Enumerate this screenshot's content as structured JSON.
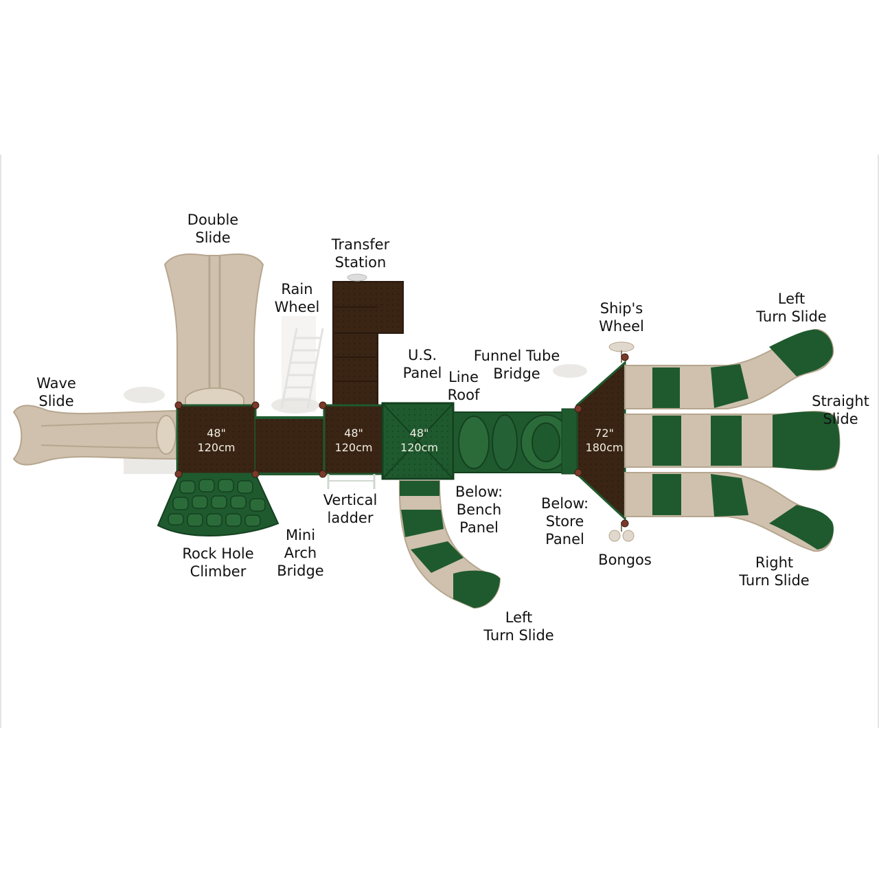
{
  "colors": {
    "green": "#1f5a2e",
    "dark_green": "#14401f",
    "tan": "#cfc1ad",
    "light_tan": "#ded2c1",
    "brown": "#3a2414",
    "dark_brown": "#2a1a0e"
  },
  "labels": [
    {
      "id": "wave-slide",
      "lines": [
        "Wave",
        "Slide"
      ]
    },
    {
      "id": "double-slide",
      "lines": [
        "Double",
        "Slide"
      ]
    },
    {
      "id": "transfer-station",
      "lines": [
        "Transfer",
        "Station"
      ]
    },
    {
      "id": "rain-wheel",
      "lines": [
        "Rain",
        "Wheel"
      ]
    },
    {
      "id": "us-panel",
      "lines": [
        "U.S.",
        "Panel"
      ]
    },
    {
      "id": "line-roof",
      "lines": [
        "Line",
        "Roof"
      ]
    },
    {
      "id": "funnel-tube-bridge",
      "lines": [
        "Funnel Tube",
        "Bridge"
      ]
    },
    {
      "id": "ships-wheel",
      "lines": [
        "Ship's",
        "Wheel"
      ]
    },
    {
      "id": "left-turn-slide-top",
      "lines": [
        "Left",
        "Turn Slide"
      ]
    },
    {
      "id": "straight-slide",
      "lines": [
        "Straight",
        "Slide"
      ]
    },
    {
      "id": "right-turn-slide",
      "lines": [
        "Right",
        "Turn Slide"
      ]
    },
    {
      "id": "bongos",
      "lines": [
        "Bongos"
      ]
    },
    {
      "id": "below-store-panel",
      "lines": [
        "Below:",
        "Store",
        "Panel"
      ]
    },
    {
      "id": "below-bench-panel",
      "lines": [
        "Below:",
        "Bench",
        "Panel"
      ]
    },
    {
      "id": "vertical-ladder",
      "lines": [
        "Vertical",
        "ladder"
      ]
    },
    {
      "id": "mini-arch-bridge",
      "lines": [
        "Mini",
        "Arch",
        "Bridge"
      ]
    },
    {
      "id": "rock-hole-climber",
      "lines": [
        "Rock Hole",
        "Climber"
      ]
    },
    {
      "id": "left-turn-slide-bottom",
      "lines": [
        "Left",
        "Turn Slide"
      ]
    }
  ],
  "decks": [
    {
      "id": "deck-1",
      "lines": [
        "48\"",
        "120cm"
      ]
    },
    {
      "id": "deck-2",
      "lines": [
        "48\"",
        "120cm"
      ]
    },
    {
      "id": "deck-3",
      "lines": [
        "48\"",
        "120cm"
      ]
    },
    {
      "id": "deck-4",
      "lines": [
        "72\"",
        "180cm"
      ]
    }
  ]
}
